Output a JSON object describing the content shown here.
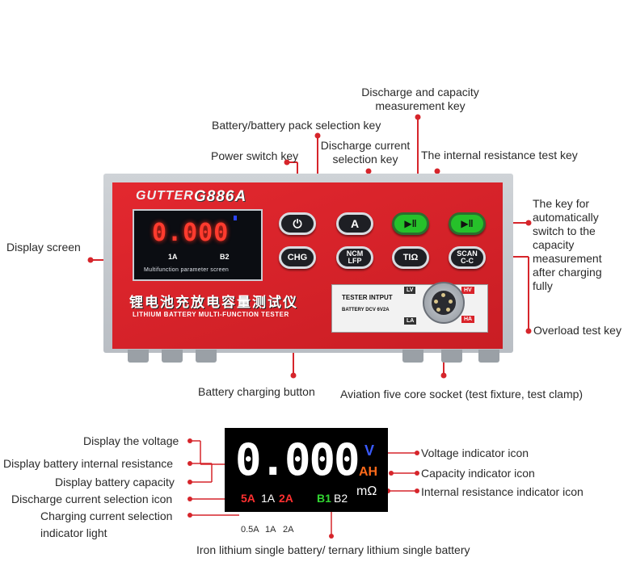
{
  "device": {
    "brand": "GUTTER",
    "model": "G886A",
    "lcd_value": "0.000",
    "lcd_current": "1A",
    "lcd_battery": "B2",
    "lcd_caption": "Multifunction parameter screen",
    "title_cn": "锂电池充放电容量测试仪",
    "title_en": "LITHIUM BATTERY MULTI-FUNCTION TESTER",
    "keys": {
      "power": "⏻",
      "current": "A",
      "discharge": "▶‖",
      "auto": "▶‖",
      "chg": "CHG",
      "ncm_top": "NCM",
      "ncm_bottom": "LFP",
      "resistance": "TIΩ",
      "scan_top": "SCAN",
      "scan_bottom": "C-C"
    },
    "panel": {
      "line1": "TESTER INTPUT",
      "line2": "BATTERY DCV 6V2A",
      "lv": "LV",
      "la": "LA",
      "hv": "HV",
      "ha": "HA"
    }
  },
  "callouts": {
    "discharge_capacity_key": "Discharge and capacity measurement key",
    "pack_selection_key": "Battery/battery pack selection key",
    "power_switch_key": "Power switch key",
    "discharge_current_key": "Discharge current selection key",
    "internal_resistance_key": "The internal resistance test key",
    "auto_switch_key": "The key for automatically switch to the capacity measurement after charging fully",
    "display_screen": "Display screen",
    "overload_key": "Overload test key",
    "charging_button": "Battery charging button",
    "socket": "Aviation five core socket (test fixture, test clamp)"
  },
  "display_detail": {
    "value": "0.000",
    "units": {
      "voltage": "V",
      "capacity": "AH",
      "resistance": "mΩ"
    },
    "currents": [
      "5A",
      "1A",
      "2A"
    ],
    "batteries": [
      "B1",
      "B2"
    ],
    "charge_currents": [
      "0.5A",
      "1A",
      "2A"
    ],
    "labels": {
      "voltage": "Display the voltage",
      "internal_resistance": "Display battery internal resistance",
      "capacity": "Display battery capacity",
      "discharge_icon": "Discharge current selection icon",
      "charging_light_1": "Charging current selection",
      "charging_light_2": "indicator light",
      "voltage_icon": "Voltage indicator icon",
      "capacity_icon": "Capacity indicator icon",
      "resistance_icon": "Internal resistance indicator icon",
      "battery_type": "Iron lithium single battery/ ternary lithium single battery"
    }
  },
  "colors": {
    "device_red": "#d9232a",
    "leader_red": "#d6252b",
    "seg_blue": "#3a5bff",
    "seg_orange": "#ff6a1a",
    "seg_red": "#ff3030",
    "seg_green": "#31d431"
  }
}
